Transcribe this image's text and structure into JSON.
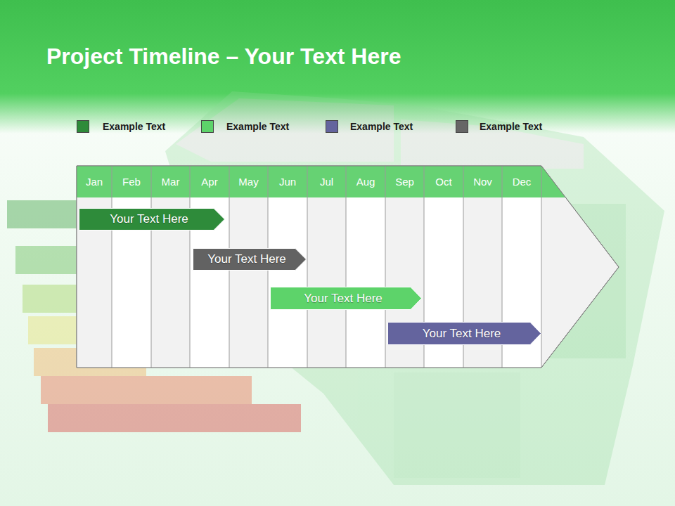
{
  "diagram": {
    "title": "Project Timeline – Your Text Here",
    "nodes": [
      {
        "text": [
          "Your Text Here"
        ]
      },
      {
        "text": [
          "Your Text Here"
        ]
      },
      {
        "text": [
          "Your Text Here"
        ]
      },
      {
        "text": [
          "Your Text Here"
        ]
      }
    ],
    "labels": [
      "Jan",
      "Feb",
      "Mar",
      "Apr",
      "May",
      "Jun",
      "Jul",
      "Aug",
      "Sep",
      "Oct",
      "Nov",
      "Dec"
    ],
    "legend": [
      {
        "text": "Example Text",
        "color": "#2e8b3a"
      },
      {
        "text": "Example Text",
        "color": "#5dd36a"
      },
      {
        "text": "Example Text",
        "color": "#64649e"
      },
      {
        "text": "Example Text",
        "color": "#666666"
      }
    ]
  }
}
